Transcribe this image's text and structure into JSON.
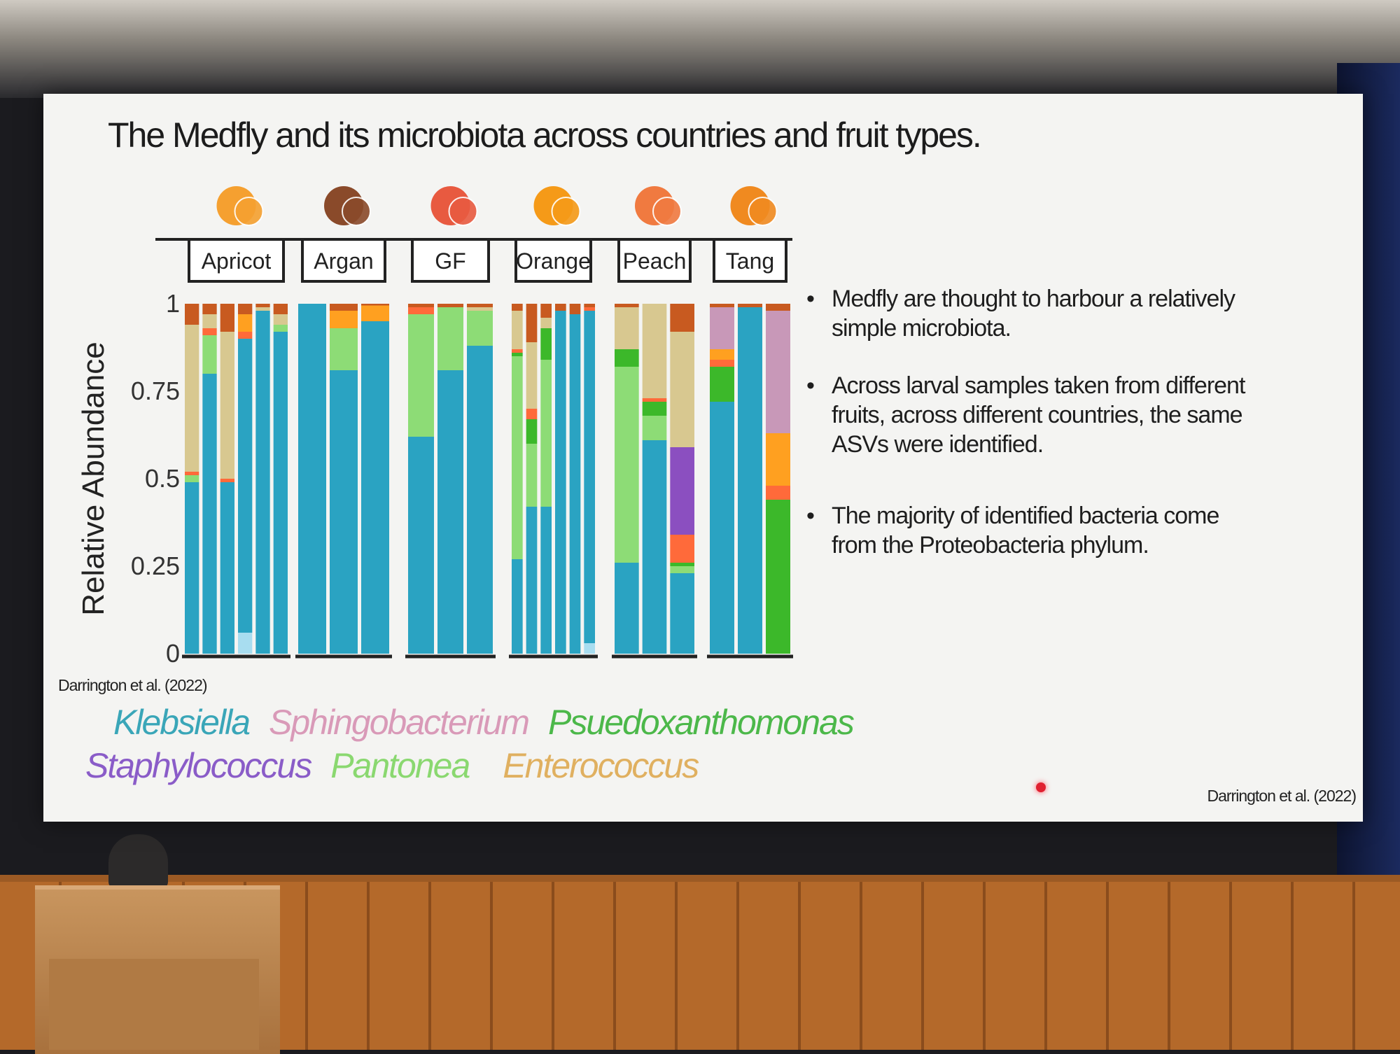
{
  "slide": {
    "title": "The Medfly and its microbiota across countries and fruit types.",
    "bullets": [
      "Medfly  are thought to harbour a relatively simple microbiota.",
      "Across  larval samples taken from different fruits, across different countries, the same ASVs were identified.",
      "The majority of identified bacteria come from the Proteobacteria phylum."
    ],
    "citation_chart": "Darrington et al. (2022)",
    "citation_corner": "Darrington et al. (2022)",
    "legend": [
      {
        "name": "Klebsiella",
        "color": "#3aa6b8"
      },
      {
        "name": "Sphingobacterium",
        "color": "#d99ab8"
      },
      {
        "name": "Psuedoxanthomonas",
        "color": "#4cb84a"
      },
      {
        "name": "Staphylococcus",
        "color": "#8a5cc8"
      },
      {
        "name": "Pantonea",
        "color": "#8ad870"
      },
      {
        "name": "Enterococcus",
        "color": "#e0b060"
      }
    ]
  },
  "chart_data": {
    "type": "bar",
    "stacked": true,
    "ylabel": "Relative Abundance",
    "ylim": [
      0,
      1
    ],
    "yticks": [
      "0",
      "0.25",
      "0.5",
      "0.75",
      "1"
    ],
    "taxa_colors": {
      "Klebsiella": "#2aa3c2",
      "Other-lightblue": "#a8ddf0",
      "Pantoea": "#8ddc76",
      "Psuedoxanthomonas": "#3cb82a",
      "Enterococcus": "#d8c890",
      "Staphylococcus": "#8b4fc0",
      "Other-red": "#ff6a3a",
      "Other-orange": "#ffa020",
      "Sphingobacterium": "#c898b8",
      "Other-brown": "#c85a20"
    },
    "groups": [
      {
        "label": "Apricot",
        "bars": [
          {
            "Klebsiella": 0.49,
            "Pantoea": 0.02,
            "Other-red": 0.01,
            "Enterococcus": 0.42,
            "Other-brown": 0.06
          },
          {
            "Klebsiella": 0.8,
            "Pantoea": 0.11,
            "Other-red": 0.02,
            "Enterococcus": 0.04,
            "Other-brown": 0.03
          },
          {
            "Klebsiella": 0.49,
            "Other-red": 0.01,
            "Enterococcus": 0.42,
            "Other-brown": 0.08
          },
          {
            "Other-lightblue": 0.06,
            "Klebsiella": 0.84,
            "Other-red": 0.02,
            "Other-orange": 0.05,
            "Other-brown": 0.03
          },
          {
            "Klebsiella": 0.98,
            "Enterococcus": 0.01,
            "Other-brown": 0.01
          },
          {
            "Klebsiella": 0.92,
            "Pantoea": 0.02,
            "Enterococcus": 0.03,
            "Other-brown": 0.03
          }
        ]
      },
      {
        "label": "Argan",
        "bars": [
          {
            "Klebsiella": 1.0
          },
          {
            "Klebsiella": 0.81,
            "Pantoea": 0.12,
            "Other-orange": 0.05,
            "Other-brown": 0.02
          },
          {
            "Klebsiella": 0.95,
            "Other-orange": 0.045,
            "Other-brown": 0.005
          }
        ]
      },
      {
        "label": "GF",
        "bars": [
          {
            "Klebsiella": 0.62,
            "Pantoea": 0.35,
            "Other-red": 0.02,
            "Other-brown": 0.01
          },
          {
            "Klebsiella": 0.81,
            "Pantoea": 0.18,
            "Other-brown": 0.01
          },
          {
            "Klebsiella": 0.88,
            "Pantoea": 0.1,
            "Enterococcus": 0.01,
            "Other-brown": 0.01
          }
        ]
      },
      {
        "label": "Orange",
        "bars": [
          {
            "Klebsiella": 0.27,
            "Pantoea": 0.58,
            "Psuedoxanthomonas": 0.01,
            "Other-red": 0.01,
            "Enterococcus": 0.11,
            "Other-brown": 0.02
          },
          {
            "Klebsiella": 0.42,
            "Pantoea": 0.18,
            "Psuedoxanthomonas": 0.07,
            "Other-red": 0.03,
            "Enterococcus": 0.19,
            "Other-brown": 0.11
          },
          {
            "Klebsiella": 0.42,
            "Pantoea": 0.42,
            "Psuedoxanthomonas": 0.09,
            "Enterococcus": 0.03,
            "Other-brown": 0.04
          },
          {
            "Klebsiella": 0.98,
            "Other-brown": 0.02
          },
          {
            "Klebsiella": 0.97,
            "Other-brown": 0.03
          },
          {
            "Other-lightblue": 0.03,
            "Klebsiella": 0.95,
            "Other-red": 0.01,
            "Other-brown": 0.01
          }
        ]
      },
      {
        "label": "Peach",
        "bars": [
          {
            "Klebsiella": 0.26,
            "Pantoea": 0.56,
            "Psuedoxanthomonas": 0.05,
            "Enterococcus": 0.12,
            "Other-brown": 0.01
          },
          {
            "Klebsiella": 0.61,
            "Pantoea": 0.07,
            "Psuedoxanthomonas": 0.04,
            "Other-red": 0.01,
            "Enterococcus": 0.27
          },
          {
            "Klebsiella": 0.23,
            "Pantoea": 0.02,
            "Psuedoxanthomonas": 0.01,
            "Other-red": 0.08,
            "Staphylococcus": 0.25,
            "Enterococcus": 0.33,
            "Other-brown": 0.08
          }
        ]
      },
      {
        "label": "Tang",
        "bars": [
          {
            "Klebsiella": 0.72,
            "Psuedoxanthomonas": 0.1,
            "Other-red": 0.02,
            "Other-orange": 0.03,
            "Sphingobacterium": 0.12,
            "Other-brown": 0.01
          },
          {
            "Klebsiella": 0.99,
            "Other-brown": 0.01
          },
          {
            "Psuedoxanthomonas": 0.44,
            "Other-red": 0.04,
            "Other-orange": 0.15,
            "Sphingobacterium": 0.35,
            "Other-brown": 0.02
          }
        ]
      }
    ]
  }
}
